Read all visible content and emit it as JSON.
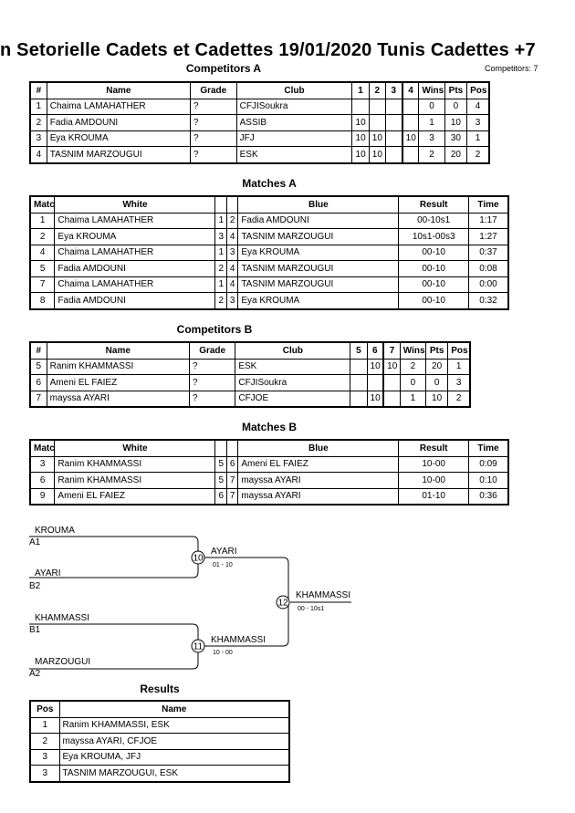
{
  "header": {
    "title": "n Setorielle Cadets et Cadettes  19/01/2020  Tunis   Cadettes +7",
    "competitors_count": "Competitors: 7"
  },
  "competitors_a": {
    "title": "Competitors A",
    "columns": [
      "#",
      "Name",
      "Grade",
      "Club",
      "1",
      "2",
      "3",
      "4",
      "Wins",
      "Pts",
      "Pos"
    ],
    "rows": [
      [
        "1",
        "Chaima LAMAHATHER",
        "?",
        "CFJISoukra",
        "",
        "",
        "",
        "",
        "0",
        "0",
        "4"
      ],
      [
        "2",
        "Fadia AMDOUNI",
        "?",
        "ASSIB",
        "10",
        "",
        "",
        "",
        "1",
        "10",
        "3"
      ],
      [
        "3",
        "Eya KROUMA",
        "?",
        "JFJ",
        "10",
        "10",
        "",
        "10",
        "3",
        "30",
        "1"
      ],
      [
        "4",
        "TASNIM MARZOUGUI",
        "?",
        "ESK",
        "10",
        "10",
        "",
        "",
        "2",
        "20",
        "2"
      ]
    ]
  },
  "matches_a": {
    "title": "Matches A",
    "columns": [
      "Match",
      "White",
      "",
      "",
      "Blue",
      "Result",
      "Time"
    ],
    "rows": [
      [
        "1",
        "Chaima LAMAHATHER",
        "1",
        "2",
        "Fadia AMDOUNI",
        "00-10s1",
        "1:17"
      ],
      [
        "2",
        "Eya KROUMA",
        "3",
        "4",
        "TASNIM MARZOUGUI",
        "10s1-00s3",
        "1:27"
      ],
      [
        "4",
        "Chaima LAMAHATHER",
        "1",
        "3",
        "Eya KROUMA",
        "00-10",
        "0:37"
      ],
      [
        "5",
        "Fadia AMDOUNI",
        "2",
        "4",
        "TASNIM MARZOUGUI",
        "00-10",
        "0:08"
      ],
      [
        "7",
        "Chaima LAMAHATHER",
        "1",
        "4",
        "TASNIM MARZOUGUI",
        "00-10",
        "0:00"
      ],
      [
        "8",
        "Fadia AMDOUNI",
        "2",
        "3",
        "Eya KROUMA",
        "00-10",
        "0:32"
      ]
    ]
  },
  "competitors_b": {
    "title": "Competitors B",
    "columns": [
      "#",
      "Name",
      "Grade",
      "Club",
      "5",
      "6",
      "7",
      "Wins",
      "Pts",
      "Pos"
    ],
    "rows": [
      [
        "5",
        "Ranim KHAMMASSI",
        "?",
        "ESK",
        "",
        "10",
        "10",
        "2",
        "20",
        "1"
      ],
      [
        "6",
        "Ameni EL FAIEZ",
        "?",
        "CFJISoukra",
        "",
        "",
        "",
        "0",
        "0",
        "3"
      ],
      [
        "7",
        "mayssa AYARI",
        "?",
        "CFJOE",
        "",
        "10",
        "",
        "1",
        "10",
        "2"
      ]
    ]
  },
  "matches_b": {
    "title": "Matches B",
    "columns": [
      "Match",
      "White",
      "",
      "",
      "Blue",
      "Result",
      "Time"
    ],
    "rows": [
      [
        "3",
        "Ranim KHAMMASSI",
        "5",
        "6",
        "Ameni EL FAIEZ",
        "10-00",
        "0:09"
      ],
      [
        "6",
        "Ranim KHAMMASSI",
        "5",
        "7",
        "mayssa AYARI",
        "10-00",
        "0:10"
      ],
      [
        "9",
        "Ameni EL FAIEZ",
        "6",
        "7",
        "mayssa AYARI",
        "01-10",
        "0:36"
      ]
    ]
  },
  "bracket": {
    "entrants": [
      {
        "name": "KROUMA",
        "seed": "A1"
      },
      {
        "name": "AYARI",
        "seed": "B2"
      },
      {
        "name": "KHAMMASSI",
        "seed": "B1"
      },
      {
        "name": "MARZOUGUI",
        "seed": "A2"
      }
    ],
    "semis": [
      {
        "match": "10",
        "winner": "AYARI",
        "score": "01 - 10"
      },
      {
        "match": "11",
        "winner": "KHAMMASSI",
        "score": "10 - 00"
      }
    ],
    "final": {
      "match": "12",
      "winner": "KHAMMASSI",
      "score": "00 - 10s1"
    }
  },
  "results": {
    "title": "Results",
    "columns": [
      "Pos",
      "Name"
    ],
    "rows": [
      [
        "1",
        "Ranim KHAMMASSI, ESK"
      ],
      [
        "2",
        "mayssa AYARI, CFJOE"
      ],
      [
        "3",
        "Eya KROUMA, JFJ"
      ],
      [
        "3",
        "TASNIM MARZOUGUI, ESK"
      ]
    ]
  }
}
